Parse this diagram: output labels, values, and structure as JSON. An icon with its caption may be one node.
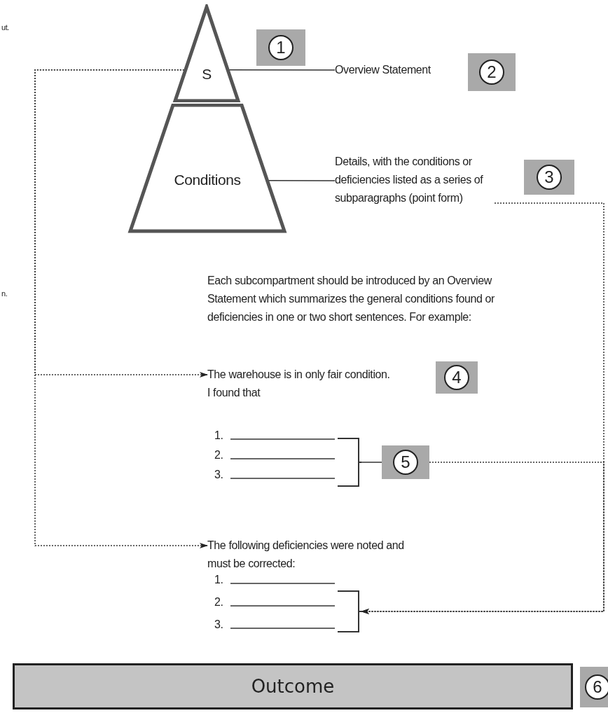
{
  "diagram": {
    "nodes": [
      {
        "text": [
          "S"
        ]
      },
      {
        "text": [
          "1"
        ]
      },
      {
        "text": [
          "Overview Statement"
        ]
      },
      {
        "text": [
          "2"
        ]
      },
      {
        "text": [
          "Conditions"
        ]
      },
      {
        "text": [
          "Details, with the conditions or deficiencies listed as a series of subparagraphs (point form)"
        ]
      },
      {
        "text": [
          "3"
        ]
      },
      {
        "text": [
          "The warehouse is in only fair condition.",
          "I found that"
        ]
      },
      {
        "text": [
          "4"
        ]
      },
      {
        "text": [],
        "shape": "bracket"
      },
      {
        "text": [
          "5"
        ]
      },
      {
        "text": [
          "The following deficiencies were noted and must be corrected:"
        ]
      },
      {
        "text": [],
        "shape": "bracket"
      },
      {
        "text": [
          "Outcome"
        ]
      },
      {
        "text": [
          "6"
        ]
      }
    ],
    "edges": [
      {
        "from": 0,
        "to": 2,
        "arrow": "none"
      },
      {
        "from": 4,
        "to": 5,
        "arrow": "none"
      },
      {
        "from": 5,
        "to": 12,
        "arrow": "to",
        "style": "dashed"
      },
      {
        "from": 0,
        "to": 7,
        "arrow": "to",
        "style": "dashed"
      },
      {
        "from": 0,
        "to": 11,
        "arrow": "to",
        "style": "dashed"
      },
      {
        "from": 9,
        "to": 10,
        "arrow": "none"
      },
      {
        "from": 10,
        "to": 12,
        "arrow": "to",
        "style": "dashed"
      }
    ],
    "labels": [
      "ut.",
      "n.",
      "Each subcompartment should be introduced by an Overview Statement which summarizes the general conditions found or deficiencies in one or two short sentences. For example:",
      "1.",
      "2.",
      "3.",
      "1.",
      "2.",
      "3."
    ]
  }
}
